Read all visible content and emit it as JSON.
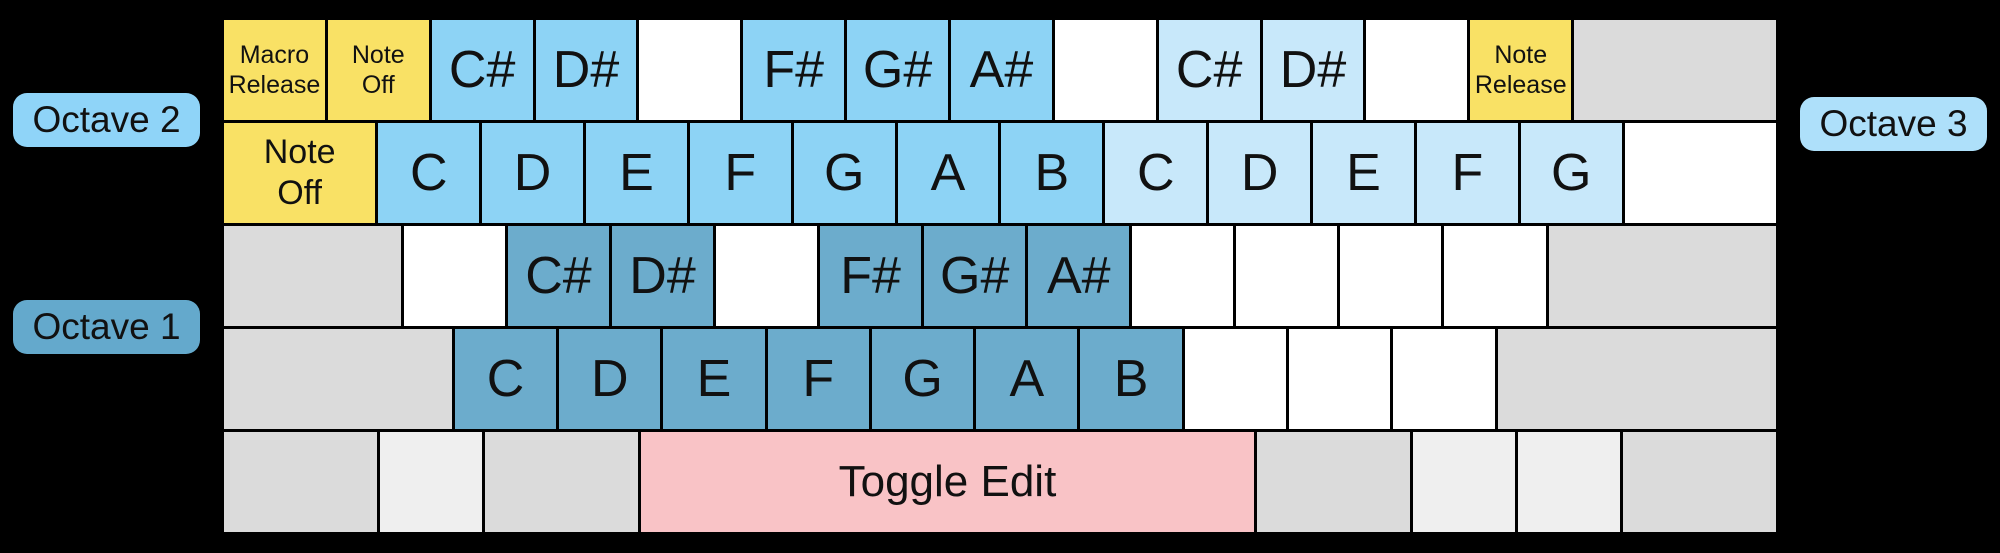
{
  "labels": {
    "octave2": "Octave 2",
    "octave1": "Octave 1",
    "octave3": "Octave 3"
  },
  "colors": {
    "background": "#000000",
    "yellow": "#F9E165",
    "octave2_blue": "#8DD3F5",
    "octave3_blue": "#C8E8FA",
    "octave1_blue": "#6CACCC",
    "pink": "#F9C3C6",
    "gray": "#DBDBDB",
    "gray_light": "#EFEFEF",
    "white": "#FFFFFF",
    "pill_octave2": "#8FD4F8",
    "pill_octave1": "#64A9CC",
    "pill_octave3": "#AEE0FA",
    "key_text": "#111111"
  },
  "keyboard": {
    "rows": [
      {
        "keys": [
          {
            "w": 1,
            "color": "yellow",
            "label": "Macro\nRelease",
            "size": "s",
            "name": "macro-release-key"
          },
          {
            "w": 1,
            "color": "yellow",
            "label": "Note\nOff",
            "size": "s",
            "name": "note-off-key"
          },
          {
            "w": 1,
            "color": "octave2_blue",
            "label": "C#",
            "size": "l",
            "name": "key-c-sharp-octave2"
          },
          {
            "w": 1,
            "color": "octave2_blue",
            "label": "D#",
            "size": "l",
            "name": "key-d-sharp-octave2"
          },
          {
            "w": 1,
            "color": "white",
            "label": "",
            "size": "l",
            "name": "blank-key"
          },
          {
            "w": 1,
            "color": "octave2_blue",
            "label": "F#",
            "size": "l",
            "name": "key-f-sharp-octave2"
          },
          {
            "w": 1,
            "color": "octave2_blue",
            "label": "G#",
            "size": "l",
            "name": "key-g-sharp-octave2"
          },
          {
            "w": 1,
            "color": "octave2_blue",
            "label": "A#",
            "size": "l",
            "name": "key-a-sharp-octave2"
          },
          {
            "w": 1,
            "color": "white",
            "label": "",
            "size": "l",
            "name": "blank-key"
          },
          {
            "w": 1,
            "color": "octave3_blue",
            "label": "C#",
            "size": "l",
            "name": "key-c-sharp-octave3"
          },
          {
            "w": 1,
            "color": "octave3_blue",
            "label": "D#",
            "size": "l",
            "name": "key-d-sharp-octave3"
          },
          {
            "w": 1,
            "color": "white",
            "label": "",
            "size": "l",
            "name": "blank-key"
          },
          {
            "w": 1,
            "color": "yellow",
            "label": "Note\nRelease",
            "size": "s",
            "name": "note-release-key"
          },
          {
            "w": 2,
            "color": "gray",
            "label": "",
            "size": "l",
            "name": "unassigned-key"
          }
        ]
      },
      {
        "keys": [
          {
            "w": 1.5,
            "color": "yellow",
            "label": "Note\nOff",
            "size": "m",
            "name": "note-off-key"
          },
          {
            "w": 1,
            "color": "octave2_blue",
            "label": "C",
            "size": "l",
            "name": "key-c-octave2"
          },
          {
            "w": 1,
            "color": "octave2_blue",
            "label": "D",
            "size": "l",
            "name": "key-d-octave2"
          },
          {
            "w": 1,
            "color": "octave2_blue",
            "label": "E",
            "size": "l",
            "name": "key-e-octave2"
          },
          {
            "w": 1,
            "color": "octave2_blue",
            "label": "F",
            "size": "l",
            "name": "key-f-octave2"
          },
          {
            "w": 1,
            "color": "octave2_blue",
            "label": "G",
            "size": "l",
            "name": "key-g-octave2"
          },
          {
            "w": 1,
            "color": "octave2_blue",
            "label": "A",
            "size": "l",
            "name": "key-a-octave2"
          },
          {
            "w": 1,
            "color": "octave2_blue",
            "label": "B",
            "size": "l",
            "name": "key-b-octave2"
          },
          {
            "w": 1,
            "color": "octave3_blue",
            "label": "C",
            "size": "l",
            "name": "key-c-octave3"
          },
          {
            "w": 1,
            "color": "octave3_blue",
            "label": "D",
            "size": "l",
            "name": "key-d-octave3"
          },
          {
            "w": 1,
            "color": "octave3_blue",
            "label": "E",
            "size": "l",
            "name": "key-e-octave3"
          },
          {
            "w": 1,
            "color": "octave3_blue",
            "label": "F",
            "size": "l",
            "name": "key-f-octave3"
          },
          {
            "w": 1,
            "color": "octave3_blue",
            "label": "G",
            "size": "l",
            "name": "key-g-octave3"
          },
          {
            "w": 1.5,
            "color": "white",
            "label": "",
            "size": "l",
            "name": "blank-key"
          }
        ]
      },
      {
        "keys": [
          {
            "w": 1.75,
            "color": "gray",
            "label": "",
            "size": "l",
            "name": "unassigned-key"
          },
          {
            "w": 1,
            "color": "white",
            "label": "",
            "size": "l",
            "name": "blank-key"
          },
          {
            "w": 1,
            "color": "octave1_blue",
            "label": "C#",
            "size": "l",
            "name": "key-c-sharp-octave1"
          },
          {
            "w": 1,
            "color": "octave1_blue",
            "label": "D#",
            "size": "l",
            "name": "key-d-sharp-octave1"
          },
          {
            "w": 1,
            "color": "white",
            "label": "",
            "size": "l",
            "name": "blank-key"
          },
          {
            "w": 1,
            "color": "octave1_blue",
            "label": "F#",
            "size": "l",
            "name": "key-f-sharp-octave1"
          },
          {
            "w": 1,
            "color": "octave1_blue",
            "label": "G#",
            "size": "l",
            "name": "key-g-sharp-octave1"
          },
          {
            "w": 1,
            "color": "octave1_blue",
            "label": "A#",
            "size": "l",
            "name": "key-a-sharp-octave1"
          },
          {
            "w": 1,
            "color": "white",
            "label": "",
            "size": "l",
            "name": "blank-key"
          },
          {
            "w": 1,
            "color": "white",
            "label": "",
            "size": "l",
            "name": "blank-key"
          },
          {
            "w": 1,
            "color": "white",
            "label": "",
            "size": "l",
            "name": "blank-key"
          },
          {
            "w": 1,
            "color": "white",
            "label": "",
            "size": "l",
            "name": "blank-key"
          },
          {
            "w": 2.25,
            "color": "gray",
            "label": "",
            "size": "l",
            "name": "unassigned-key"
          }
        ]
      },
      {
        "keys": [
          {
            "w": 2.25,
            "color": "gray",
            "label": "",
            "size": "l",
            "name": "unassigned-key"
          },
          {
            "w": 1,
            "color": "octave1_blue",
            "label": "C",
            "size": "l",
            "name": "key-c-octave1"
          },
          {
            "w": 1,
            "color": "octave1_blue",
            "label": "D",
            "size": "l",
            "name": "key-d-octave1"
          },
          {
            "w": 1,
            "color": "octave1_blue",
            "label": "E",
            "size": "l",
            "name": "key-e-octave1"
          },
          {
            "w": 1,
            "color": "octave1_blue",
            "label": "F",
            "size": "l",
            "name": "key-f-octave1"
          },
          {
            "w": 1,
            "color": "octave1_blue",
            "label": "G",
            "size": "l",
            "name": "key-g-octave1"
          },
          {
            "w": 1,
            "color": "octave1_blue",
            "label": "A",
            "size": "l",
            "name": "key-a-octave1"
          },
          {
            "w": 1,
            "color": "octave1_blue",
            "label": "B",
            "size": "l",
            "name": "key-b-octave1"
          },
          {
            "w": 1,
            "color": "white",
            "label": "",
            "size": "l",
            "name": "blank-key"
          },
          {
            "w": 1,
            "color": "white",
            "label": "",
            "size": "l",
            "name": "blank-key"
          },
          {
            "w": 1,
            "color": "white",
            "label": "",
            "size": "l",
            "name": "blank-key"
          },
          {
            "w": 2.75,
            "color": "gray",
            "label": "",
            "size": "l",
            "name": "unassigned-key"
          }
        ]
      },
      {
        "keys": [
          {
            "w": 1.5,
            "color": "gray",
            "label": "",
            "size": "l",
            "name": "unassigned-key"
          },
          {
            "w": 1,
            "color": "gray_light",
            "label": "",
            "size": "l",
            "name": "unassigned-key"
          },
          {
            "w": 1.5,
            "color": "gray",
            "label": "",
            "size": "l",
            "name": "unassigned-key"
          },
          {
            "w": 6,
            "color": "pink",
            "label": "Toggle Edit",
            "size": "xl",
            "name": "toggle-edit-key"
          },
          {
            "w": 1.5,
            "color": "gray",
            "label": "",
            "size": "l",
            "name": "unassigned-key"
          },
          {
            "w": 1,
            "color": "gray_light",
            "label": "",
            "size": "l",
            "name": "unassigned-key"
          },
          {
            "w": 1,
            "color": "gray_light",
            "label": "",
            "size": "l",
            "name": "unassigned-key"
          },
          {
            "w": 1.5,
            "color": "gray",
            "label": "",
            "size": "l",
            "name": "unassigned-key"
          }
        ]
      }
    ]
  }
}
